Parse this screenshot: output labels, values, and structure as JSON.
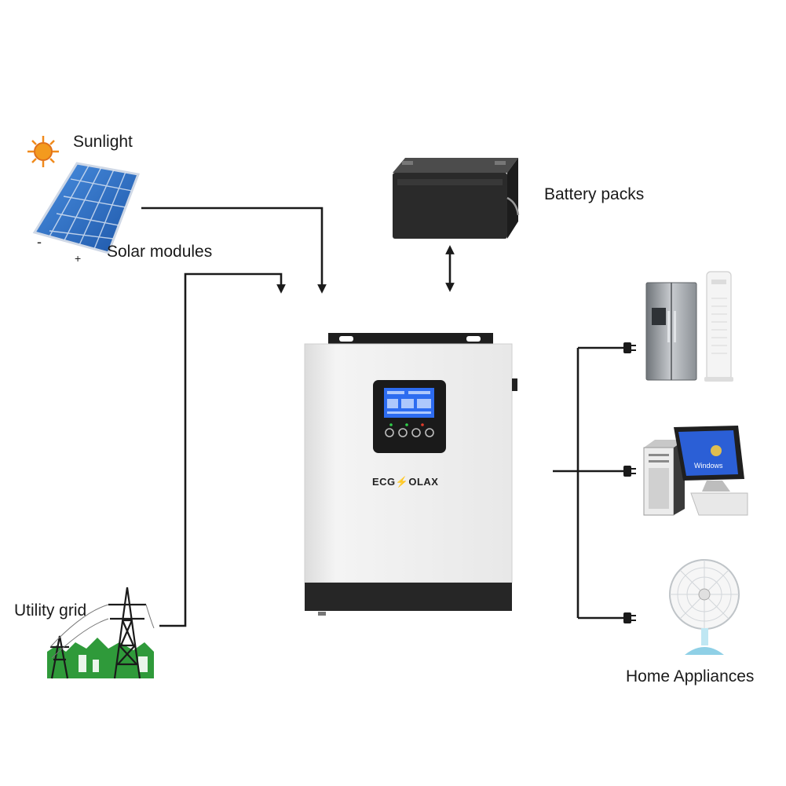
{
  "labels": {
    "sunlight": "Sunlight",
    "solar_modules": "Solar modules",
    "battery_packs": "Battery packs",
    "utility_grid": "Utility grid",
    "home_appliances": "Home Appliances"
  },
  "inverter": {
    "brand_prefix": "ECG",
    "brand_suffix": "OLAX",
    "bolt": "⚡"
  },
  "solar_panel": {
    "minus": "-",
    "plus": "+"
  },
  "monitor": {
    "screen_text": "Windows"
  },
  "colors": {
    "line": "#1a1a1a",
    "panel_blue": "#2b6fc9",
    "sun": "#f08a1c",
    "inverter_body": "#efefef",
    "lcd": "#2d6cf0",
    "grass": "#2f9a3a"
  }
}
